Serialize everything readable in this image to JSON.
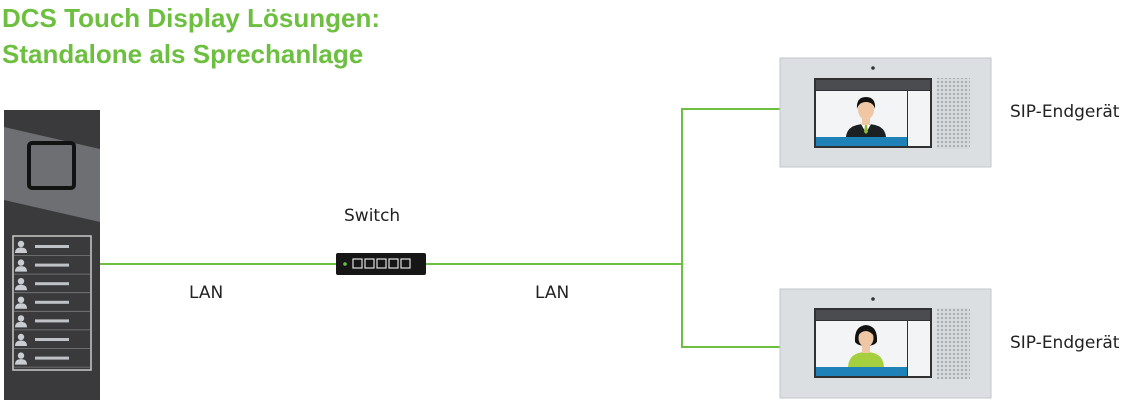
{
  "title": {
    "line1": "DCS Touch Display Lösungen:",
    "line2": "Standalone als Sprechanlage"
  },
  "labels": {
    "switch": "Switch",
    "lan_left": "LAN",
    "lan_right": "LAN",
    "endpoint_top": "SIP-Endgerät",
    "endpoint_bottom": "SIP-Endgerät"
  },
  "colors": {
    "accent_green": "#6cbf3f",
    "panel_dark": "#3a3a3c",
    "monitor_gray": "#dcdfe2",
    "screen_blue": "#1e82b8"
  },
  "icons": {
    "door_station": "door-station-icon",
    "switch": "network-switch-icon",
    "monitor_male": "video-monitor-male-icon",
    "monitor_female": "video-monitor-female-icon"
  }
}
